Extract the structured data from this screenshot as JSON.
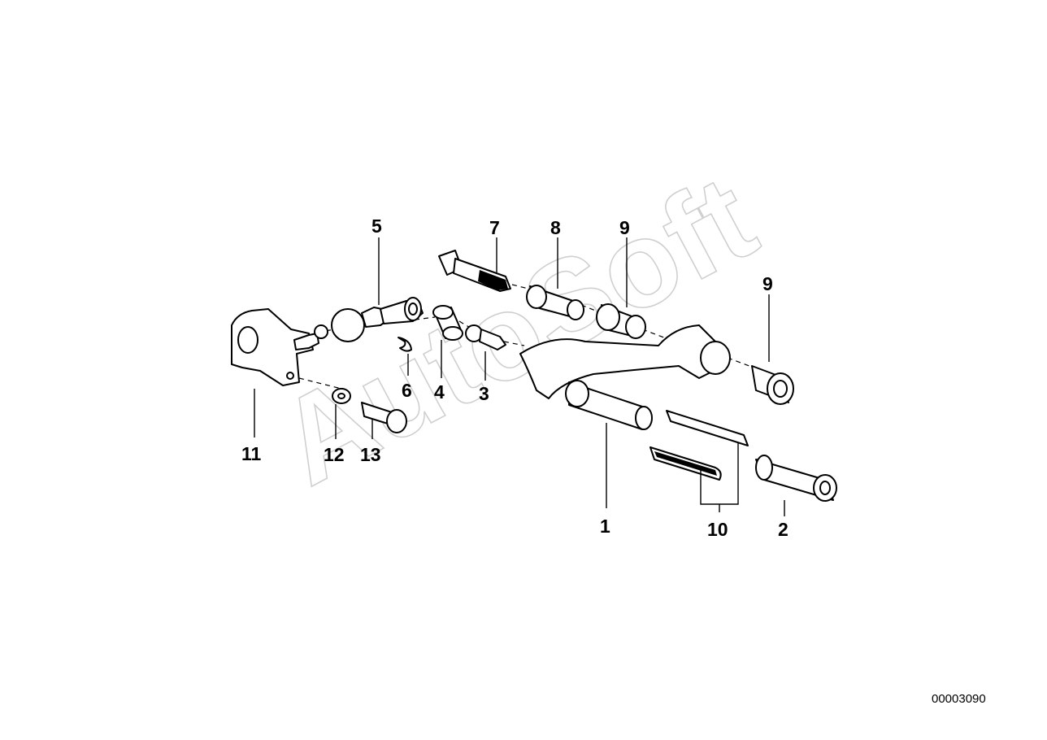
{
  "watermark": "AutoSoft",
  "reference_number": "00003090",
  "callouts": [
    "1",
    "2",
    "3",
    "4",
    "5",
    "6",
    "7",
    "8",
    "9",
    "9",
    "10",
    "11",
    "12",
    "13"
  ]
}
